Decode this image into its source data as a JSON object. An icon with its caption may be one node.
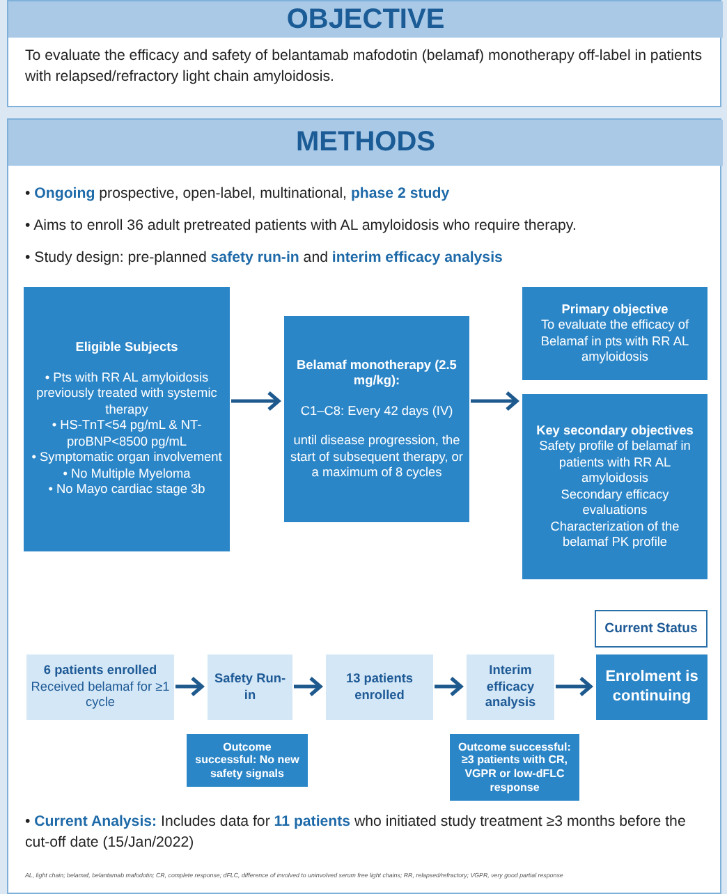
{
  "diagram": {
    "nodes": [
      {
        "text": [
          "OBJECTIVE",
          "To evaluate the efficacy and safety of belantamab mafodotin (belamaf) monotherapy off-label in patients with relapsed/refractory light chain amyloidosis."
        ]
      },
      {
        "text": [
          "METHODS",
          "• **Ongoing** prospective, open-label, multinational, **phase 2 study**",
          "• Aims to enroll 36 adult pretreated patients with AL amyloidosis who require therapy.",
          "• Study design: pre-planned **safety run-in** and **interim efficacy analysis**",
          "• **Current Analysis:** Includes data for **11 patients** who initiated study treatment ≥3 months before the cut-off date (15/Jan/2022)"
        ]
      },
      {
        "text": [
          "Eligible Subjects",
          "• Pts with RR AL amyloidosis previously treated with systemic therapy",
          "• HS-TnT<54 pg/mL & NT-proBNP<8500 pg/mL",
          "• Symptomatic organ involvement",
          "• No Multiple Myeloma",
          "• No Mayo cardiac stage 3b"
        ],
        "in": 1
      },
      {
        "text": [
          "Belamaf monotherapy (2.5 mg/kg):",
          "C1–C8: Every 42 days (IV)",
          "until disease progression, the start of subsequent therapy, or a maximum of 8 cycles"
        ],
        "in": 1
      },
      {
        "text": [
          "Primary objective",
          "To evaluate the efficacy of Belamaf in pts with RR AL amyloidosis"
        ],
        "in": 1
      },
      {
        "text": [
          "Key secondary objectives",
          "Safety profile of belamaf in patients with RR AL amyloidosis",
          "Secondary efficacy evaluations",
          "Characterization of the belamaf PK profile"
        ],
        "in": 1
      },
      {
        "text": [
          "Current Status"
        ],
        "in": 1
      },
      {
        "text": [
          "6 patients enrolled",
          "Received belamaf for ≥1 cycle"
        ],
        "in": 1
      },
      {
        "text": [
          "Safety Run-in"
        ],
        "in": 1
      },
      {
        "text": [
          "13 patients enrolled"
        ],
        "in": 1
      },
      {
        "text": [
          "Interim efficacy analysis"
        ],
        "in": 1
      },
      {
        "text": [
          "Enrolment is continuing"
        ],
        "in": 1
      },
      {
        "text": [
          "Outcome successful: No new safety signals"
        ],
        "in": 1
      },
      {
        "text": [
          "Outcome successful: ≥3 patients with CR, VGPR or low-dFLC response"
        ],
        "in": 1
      }
    ],
    "edges": [
      {
        "from": 2,
        "to": 3,
        "arrow": "to"
      },
      {
        "from": 3,
        "to": 5,
        "arrow": "to"
      },
      {
        "from": 7,
        "to": 8,
        "arrow": "to"
      },
      {
        "from": 8,
        "to": 9,
        "arrow": "to"
      },
      {
        "from": 9,
        "to": 10,
        "arrow": "to"
      },
      {
        "from": 10,
        "to": 11,
        "arrow": "to"
      }
    ],
    "labels": [
      "AL, light chain; belamaf, belantamab mafodotin; CR, complete response; dFLC, difference of involved to uninvolved serum free light chains; RR, relapsed/refractory; VGPR, very good partial response"
    ]
  }
}
